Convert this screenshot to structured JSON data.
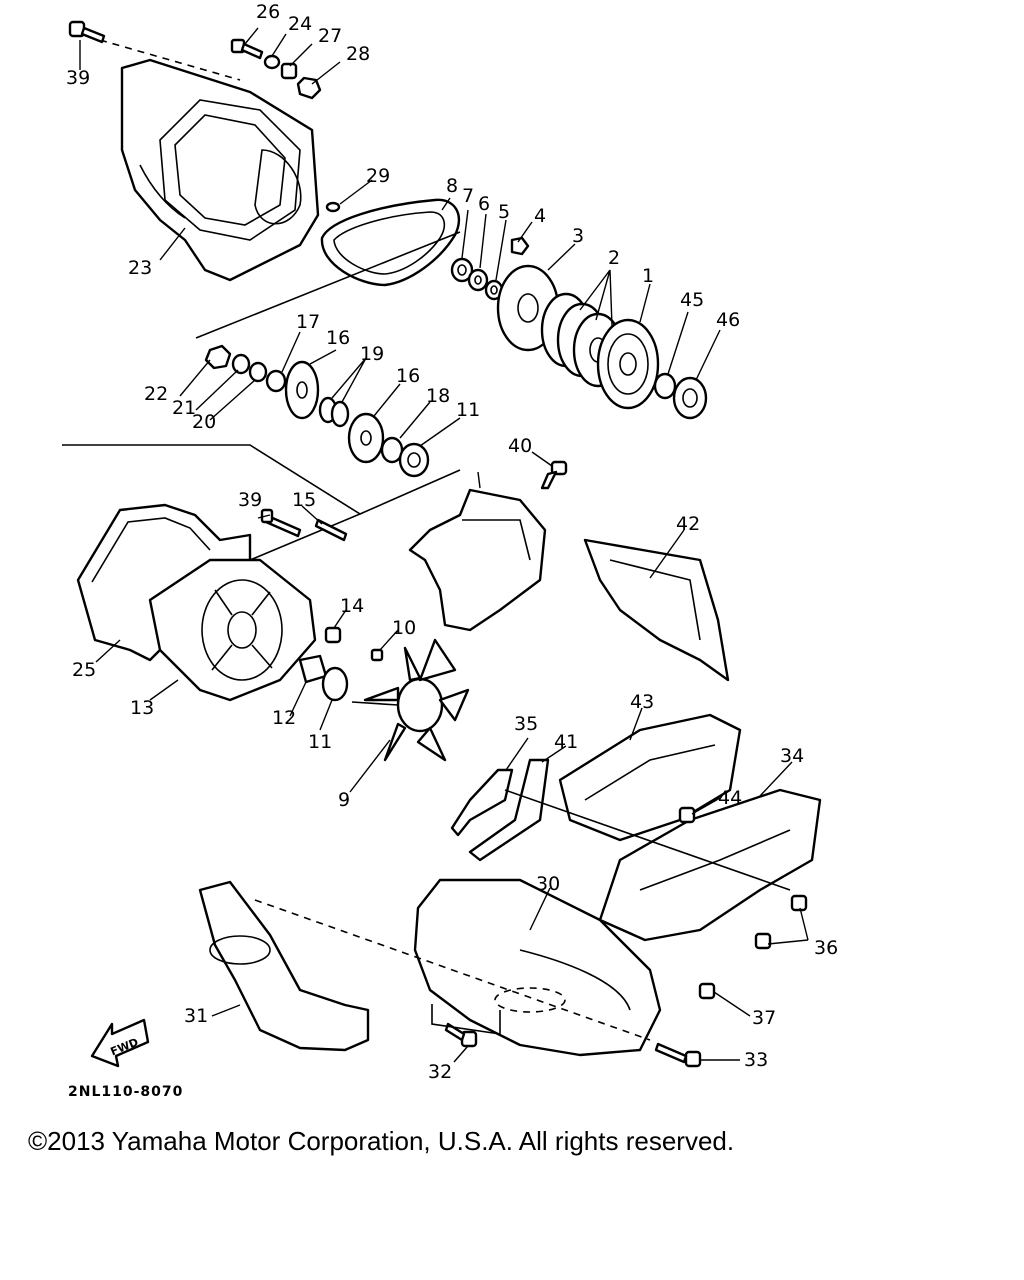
{
  "callouts": [
    "1",
    "2",
    "3",
    "4",
    "5",
    "6",
    "7",
    "8",
    "9",
    "10",
    "11",
    "11",
    "12",
    "13",
    "14",
    "15",
    "16",
    "16",
    "17",
    "18",
    "19",
    "20",
    "21",
    "22",
    "23",
    "24",
    "25",
    "26",
    "27",
    "28",
    "29",
    "30",
    "31",
    "32",
    "33",
    "34",
    "35",
    "36",
    "37",
    "39",
    "39",
    "40",
    "41",
    "42",
    "43",
    "44",
    "45",
    "46"
  ],
  "fwd_label": "FWD",
  "drawing_code": "2NL110-8070",
  "copyright": "©2013 Yamaha Motor Corporation, U.S.A. All rights reserved."
}
